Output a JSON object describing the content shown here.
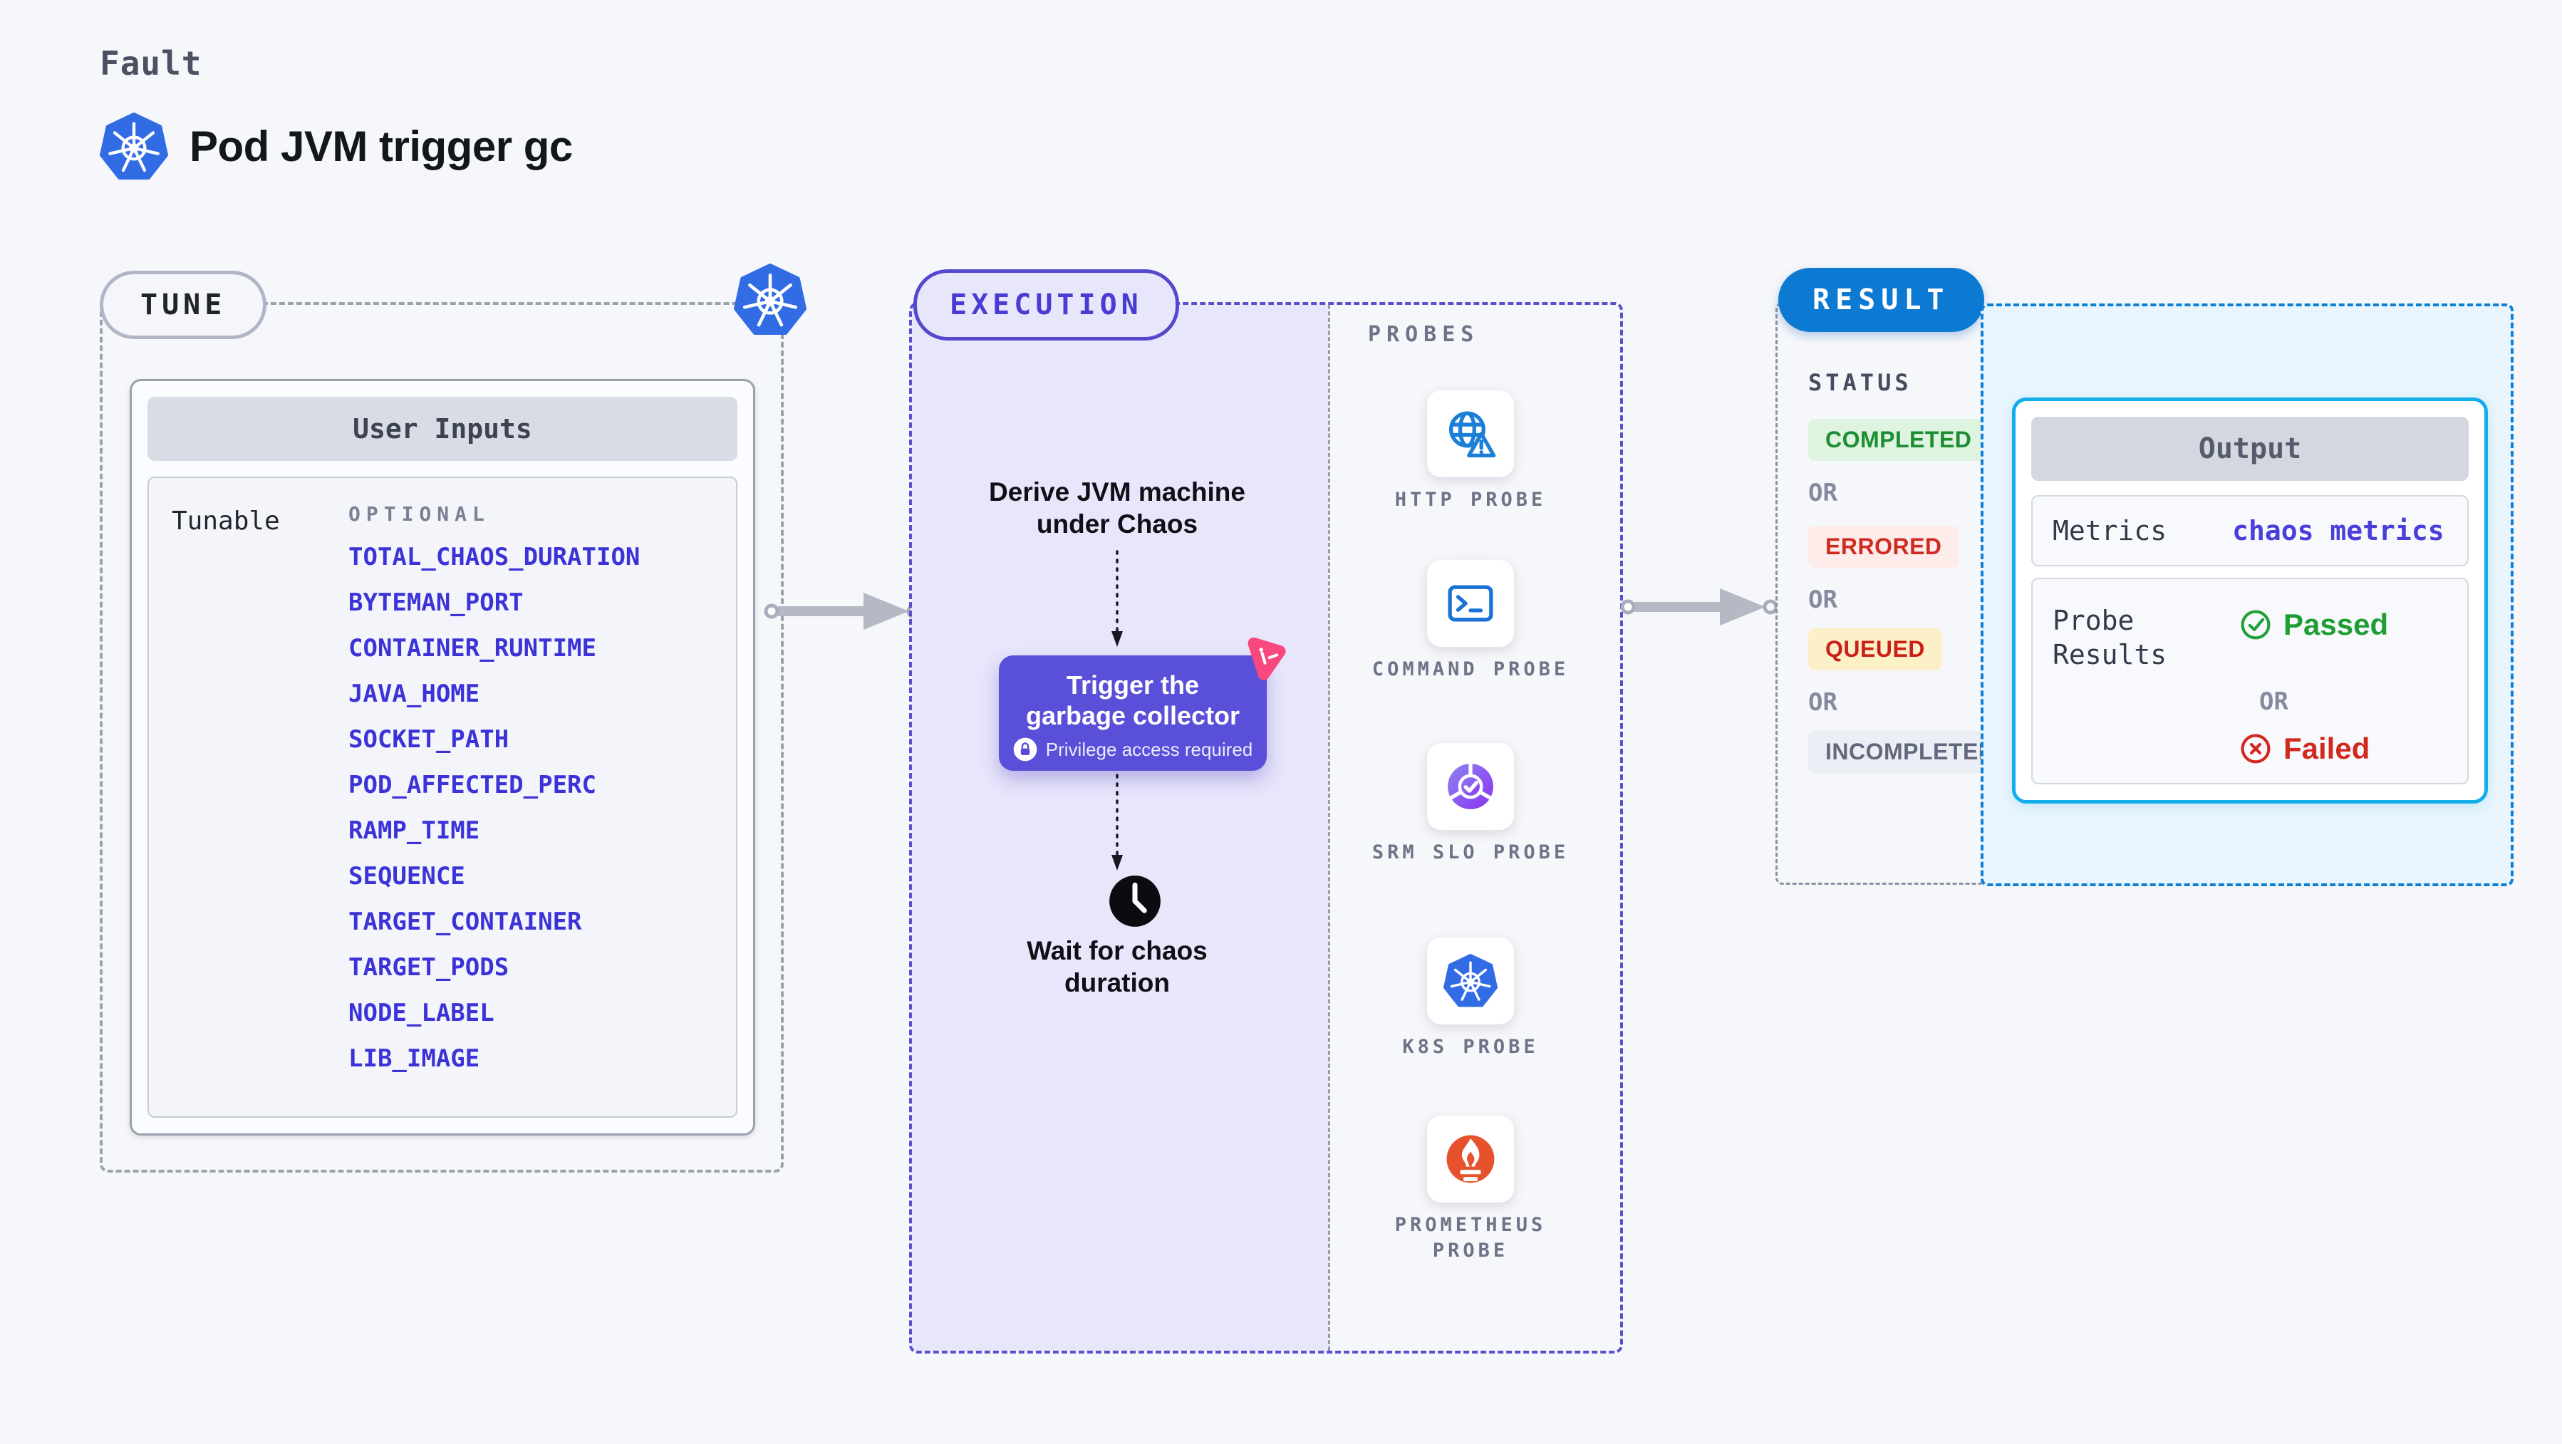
{
  "header": {
    "eyebrow": "Fault",
    "title": "Pod JVM trigger gc"
  },
  "tune": {
    "pill": "TUNE",
    "user_inputs": {
      "title": "User Inputs",
      "row_label": "Tunable",
      "column_label": "OPTIONAL",
      "params": [
        "TOTAL_CHAOS_DURATION",
        "BYTEMAN_PORT",
        "CONTAINER_RUNTIME",
        "JAVA_HOME",
        "SOCKET_PATH",
        "POD_AFFECTED_PERC",
        "RAMP_TIME",
        "SEQUENCE",
        "TARGET_CONTAINER",
        "TARGET_PODS",
        "NODE_LABEL",
        "LIB_IMAGE"
      ]
    }
  },
  "execution": {
    "pill": "EXECUTION",
    "derive_label": "Derive JVM machine under Chaos",
    "trigger": {
      "title": "Trigger the garbage collector",
      "privilege": "Privilege access required"
    },
    "wait_label": "Wait for chaos duration"
  },
  "probes": {
    "label": "PROBES",
    "items": [
      {
        "label": "HTTP PROBE",
        "icon": "globe-warning-icon"
      },
      {
        "label": "COMMAND PROBE",
        "icon": "terminal-icon"
      },
      {
        "label": "SRM SLO PROBE",
        "icon": "slo-gauge-icon"
      },
      {
        "label": "K8S PROBE",
        "icon": "kubernetes-icon"
      },
      {
        "label": "PROMETHEUS PROBE",
        "icon": "prometheus-icon"
      }
    ]
  },
  "result": {
    "pill": "RESULT",
    "status": {
      "label": "STATUS",
      "separator": "OR",
      "badges": [
        {
          "text": "COMPLETED",
          "color": "#1b8e33",
          "bg": "#def3e0"
        },
        {
          "text": "ERRORED",
          "color": "#d02b20",
          "bg": "#fdecea"
        },
        {
          "text": "QUEUED",
          "color": "#ca1f17",
          "bg": "#fcf0c8"
        },
        {
          "text": "INCOMPLETED",
          "color": "#62697e",
          "bg": "#eceef5"
        }
      ]
    },
    "output": {
      "title": "Output",
      "metrics_label": "Metrics",
      "metrics_value": "chaos metrics",
      "probe_results_label": "Probe Results",
      "passed": "Passed",
      "separator": "OR",
      "failed": "Failed"
    }
  },
  "colors": {
    "page_bg": "#f6f7fa",
    "kubernetes_blue": "#326ce5",
    "indigo_accent": "#5a4fd8",
    "execution_fill": "#e8e6fb",
    "result_blue": "#0c79d3",
    "cyan_border": "#12aee9",
    "cyan_fill": "#e8f5fd",
    "passed_green": "#1d9d33",
    "failed_red": "#d2291d",
    "prometheus_orange": "#e6522c",
    "litmus_pink": "#f9487e",
    "arrow_gray": "#b5b9c4",
    "param_link_blue": "#3b33d8"
  }
}
